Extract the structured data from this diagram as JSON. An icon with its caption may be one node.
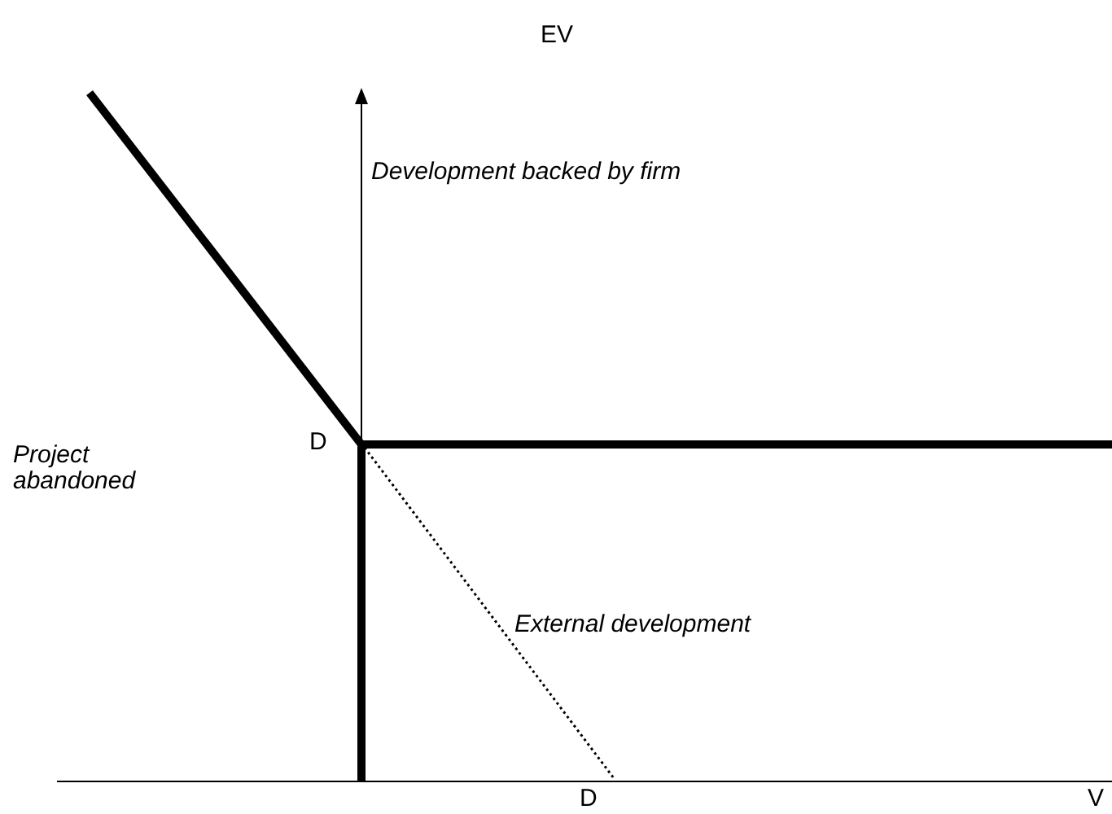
{
  "diagram": {
    "labels": [
      "EV",
      "Development backed by firm",
      "Project abandoned",
      "D",
      "External development",
      "D",
      "V"
    ]
  }
}
